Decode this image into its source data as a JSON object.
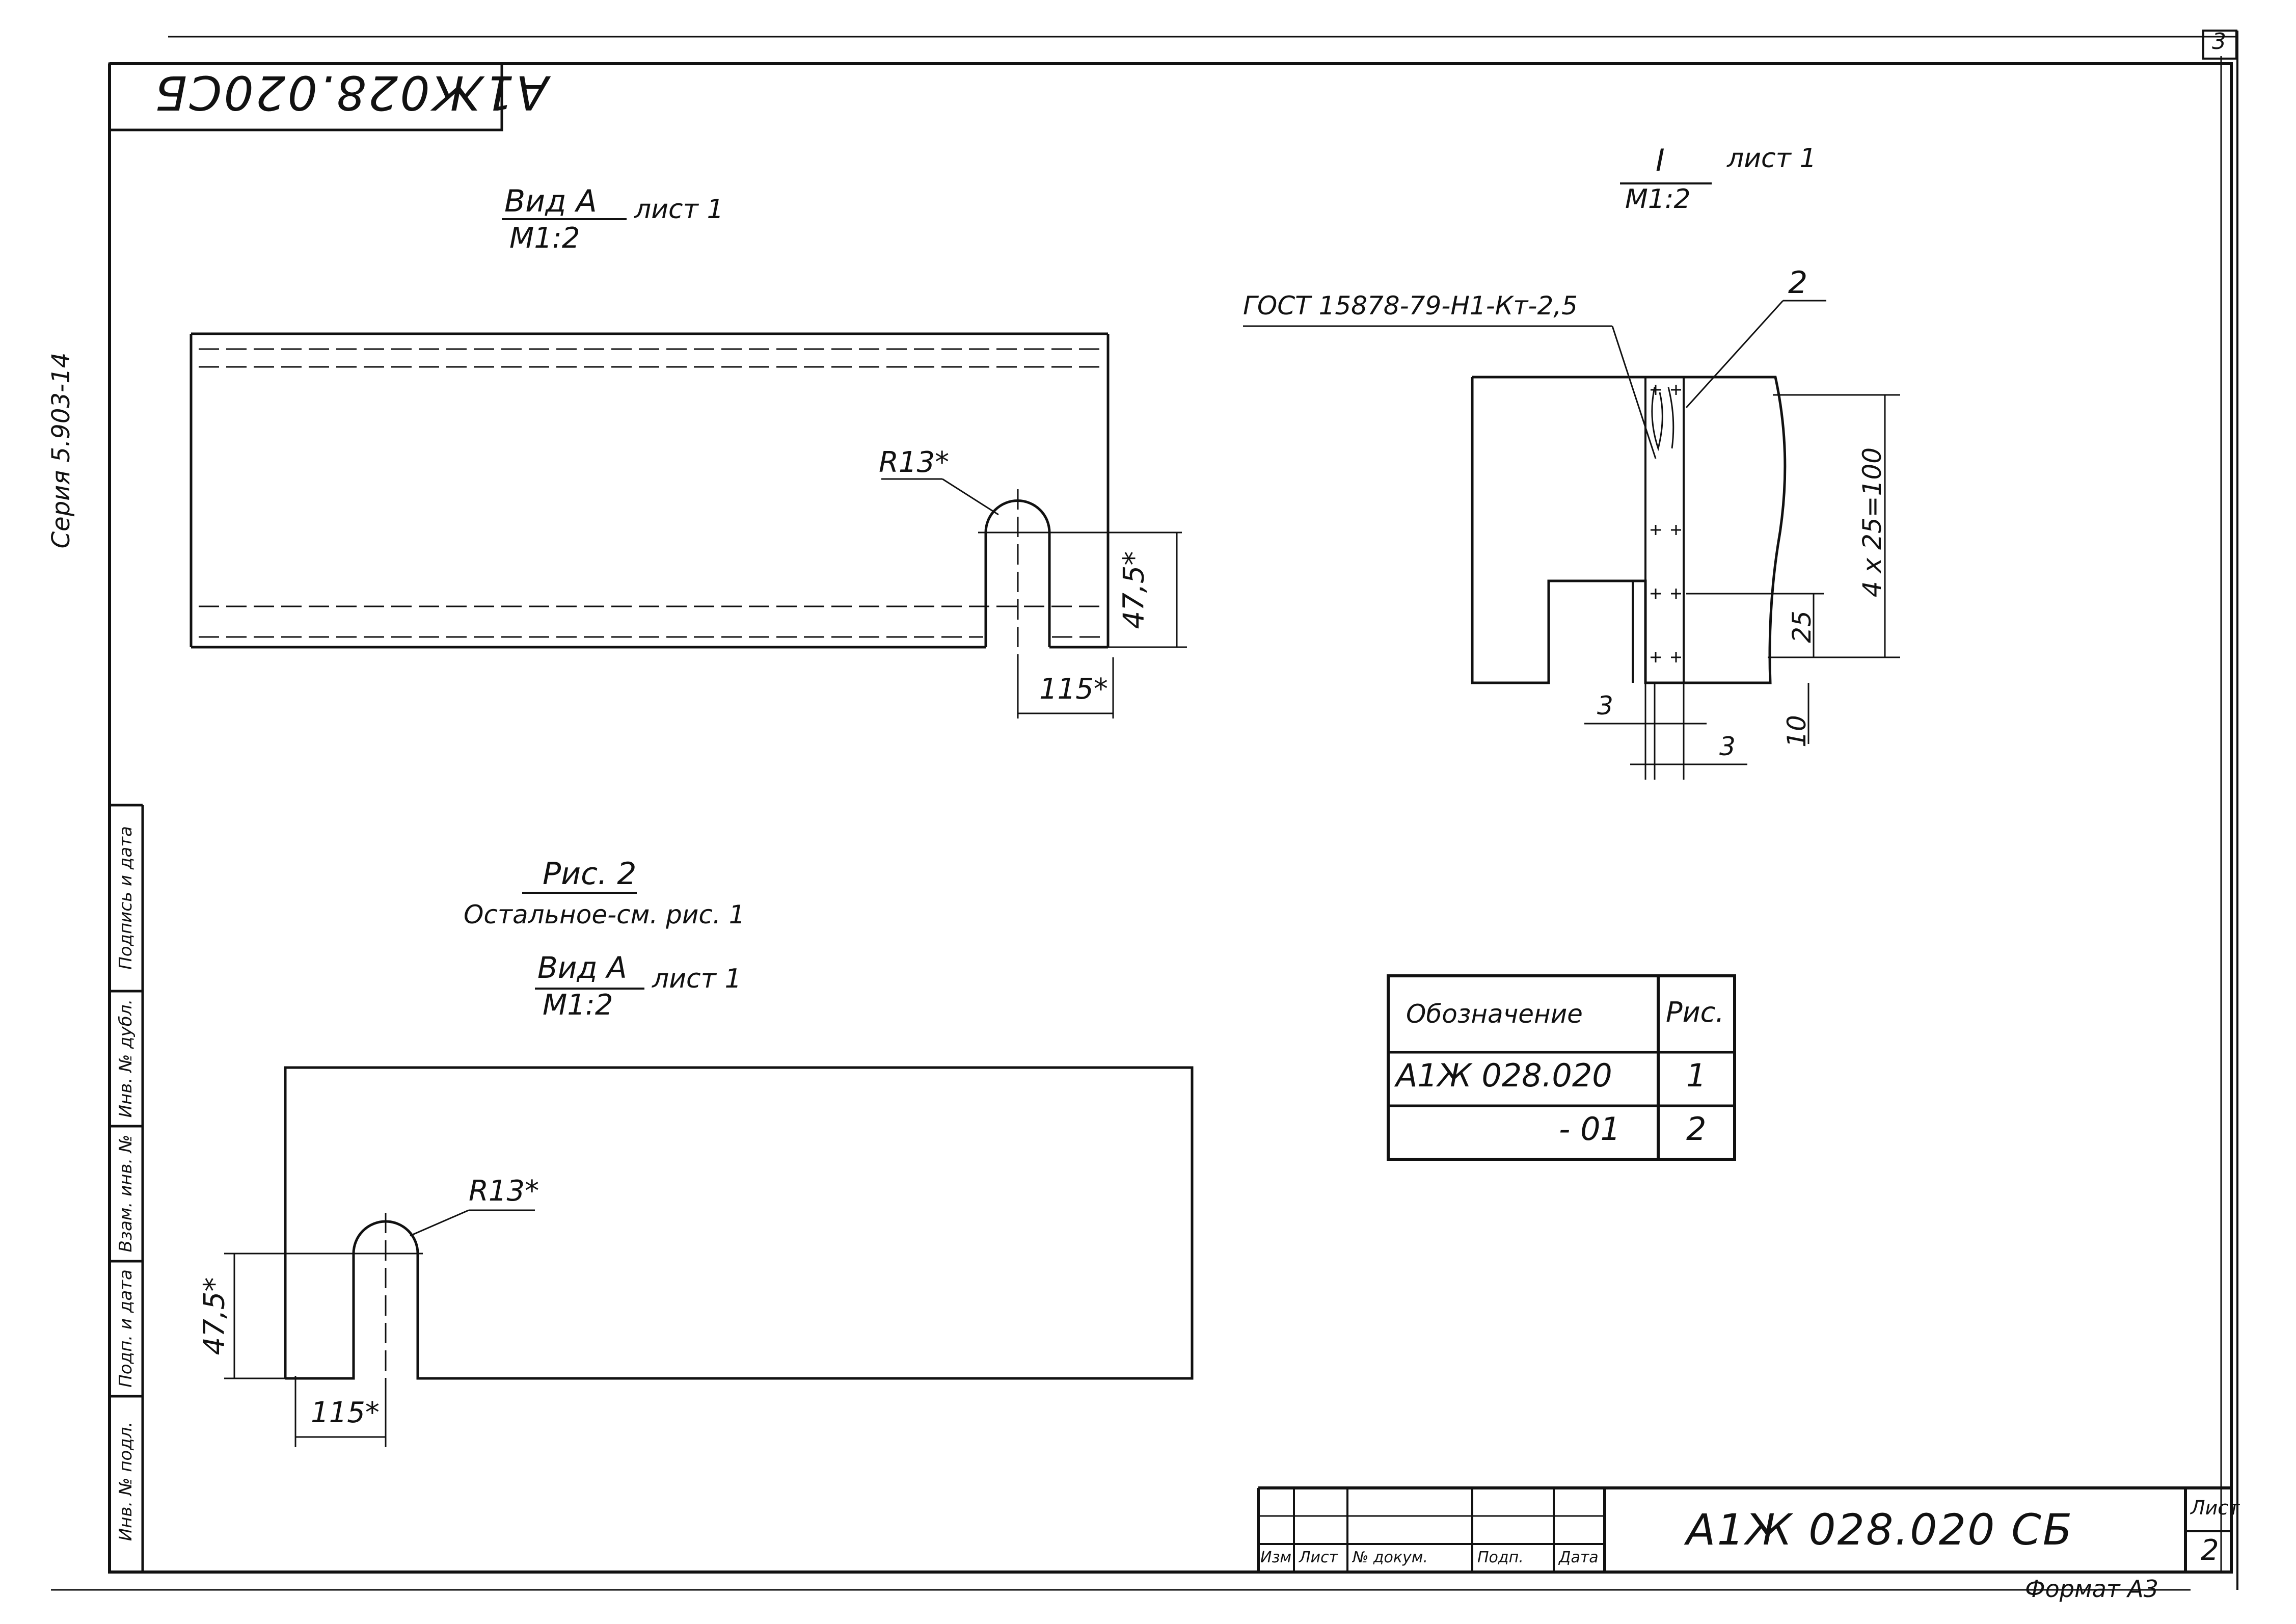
{
  "stamp_top": "А1Ж028.020СБ",
  "series": "Серия 5.903-14",
  "corner_number": "3",
  "view_a1": {
    "title": "Вид А",
    "sheet": "лист 1",
    "scale": "М1:2"
  },
  "detail": {
    "title": "I",
    "sheet": "лист 1",
    "scale": "М1:2"
  },
  "weld_note": "ГОСТ 15878-79-Н1-Кт-2,5",
  "leader_2": "2",
  "dims_fig1": {
    "radius": "R13*",
    "height": "47,5*",
    "width": "115*"
  },
  "dims_detail": {
    "pitch": "4 x 25=100",
    "d25": "25",
    "d10": "10",
    "d3a": "3",
    "d3b": "3"
  },
  "fig2": {
    "title": "Рис. 2",
    "note": "Остальное-см. рис. 1",
    "view": "Вид А",
    "sheet": "лист 1",
    "scale": "М1:2"
  },
  "dims_fig2": {
    "radius": "R13*",
    "height": "47,5*",
    "width": "115*"
  },
  "table": {
    "headers": [
      "Обозначение",
      "Рис."
    ],
    "rows": [
      [
        "А1Ж 028.020",
        "1"
      ],
      [
        "- 01",
        "2"
      ]
    ]
  },
  "side_strip": [
    "Инв. № подл.",
    "Подп. и дата",
    "Взам. инв. №",
    "Инв. № дубл.",
    "Подпись и дата"
  ],
  "title_block": {
    "designation": "А1Ж 028.020 СБ",
    "sheet_label": "Лист",
    "sheet_num": "2",
    "col_labels": [
      "Изм",
      "Лист",
      "№ докум.",
      "Подп.",
      "Дата"
    ],
    "format": "Формат А3"
  }
}
